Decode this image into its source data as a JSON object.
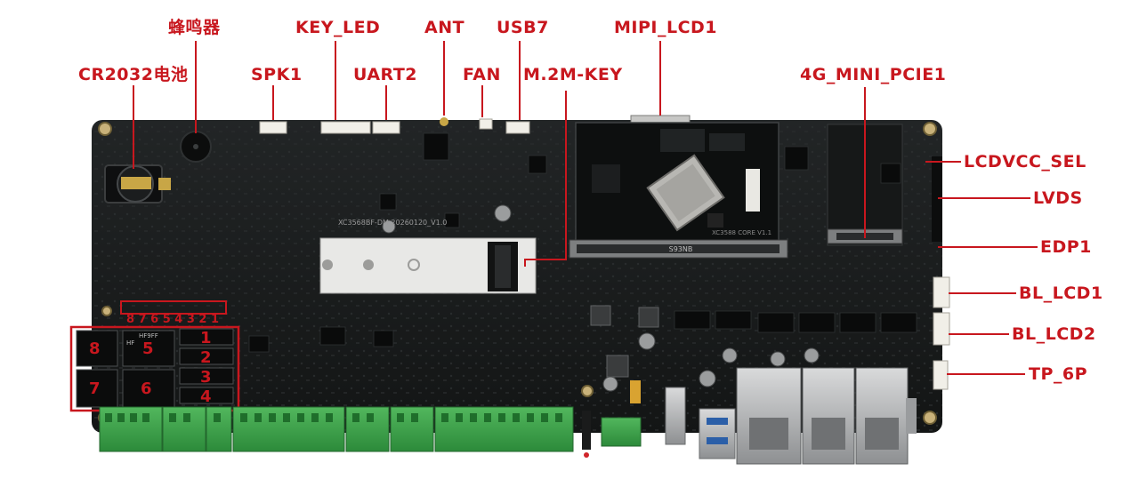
{
  "labels": {
    "buzzer": "蜂鸣器",
    "key_led": "KEY_LED",
    "ant": "ANT",
    "usb7": "USB7",
    "mipi_lcd1": "MIPI_LCD1",
    "cr2032": "CR2032电池",
    "spk1": "SPK1",
    "uart2": "UART2",
    "fan": "FAN",
    "m2_mkey": "M.2M-KEY",
    "mini_pcie": "4G_MINI_PCIE1",
    "lcdvcc_sel": "LCDVCC_SEL",
    "lvds": "LVDS",
    "edp1": "EDP1",
    "bl_lcd1": "BL_LCD1",
    "bl_lcd2": "BL_LCD2",
    "tp_6p": "TP_6P"
  },
  "relays": {
    "numbers": [
      "8",
      "5",
      "1",
      "2",
      "7",
      "6",
      "3",
      "4"
    ]
  },
  "led_numbers": "8 7 6 5 4 3 2 1",
  "silkscreen": {
    "board_id": "XC3568BF-DM 20260120_V1.0",
    "m2_text": "S93NB",
    "core_text": "XC3588 CORE V1.1",
    "relay_brand": "HF",
    "relay_model": "HF9FF"
  },
  "colors": {
    "annotation": "#c8171e",
    "pcb": "#17191a",
    "terminal": "#3aa24a"
  }
}
